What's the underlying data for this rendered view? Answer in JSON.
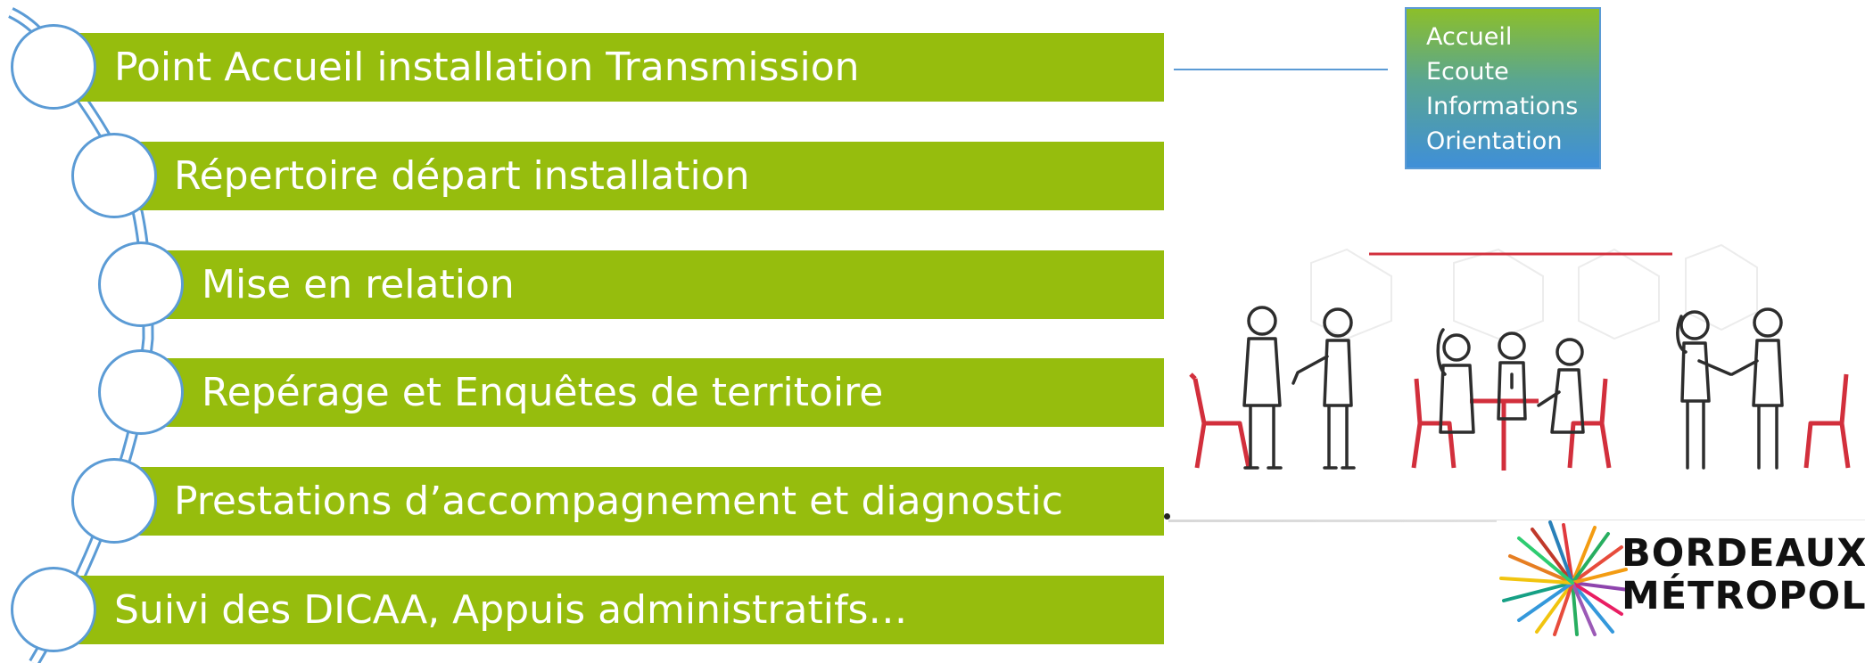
{
  "steps": [
    {
      "label": "Point Accueil installation Transmission"
    },
    {
      "label": "Répertoire départ installation"
    },
    {
      "label": "Mise en relation"
    },
    {
      "label": "Repérage et Enquêtes de territoire"
    },
    {
      "label": "Prestations d’accompagnement et diagnostic"
    },
    {
      "label": "Suivi des DICAA, Appuis administratifs…"
    }
  ],
  "infobox": {
    "lines": [
      "Accueil",
      "Ecoute",
      "Informations",
      "Orientation"
    ]
  },
  "logo": {
    "line1": "BORDEAUX",
    "line2": "MÉTROPOLE"
  },
  "colors": {
    "bar": "#96bd0d",
    "circle_border": "#5b9bd5",
    "chair_red": "#d22f3c",
    "figure_stroke": "#2d2d2d"
  }
}
